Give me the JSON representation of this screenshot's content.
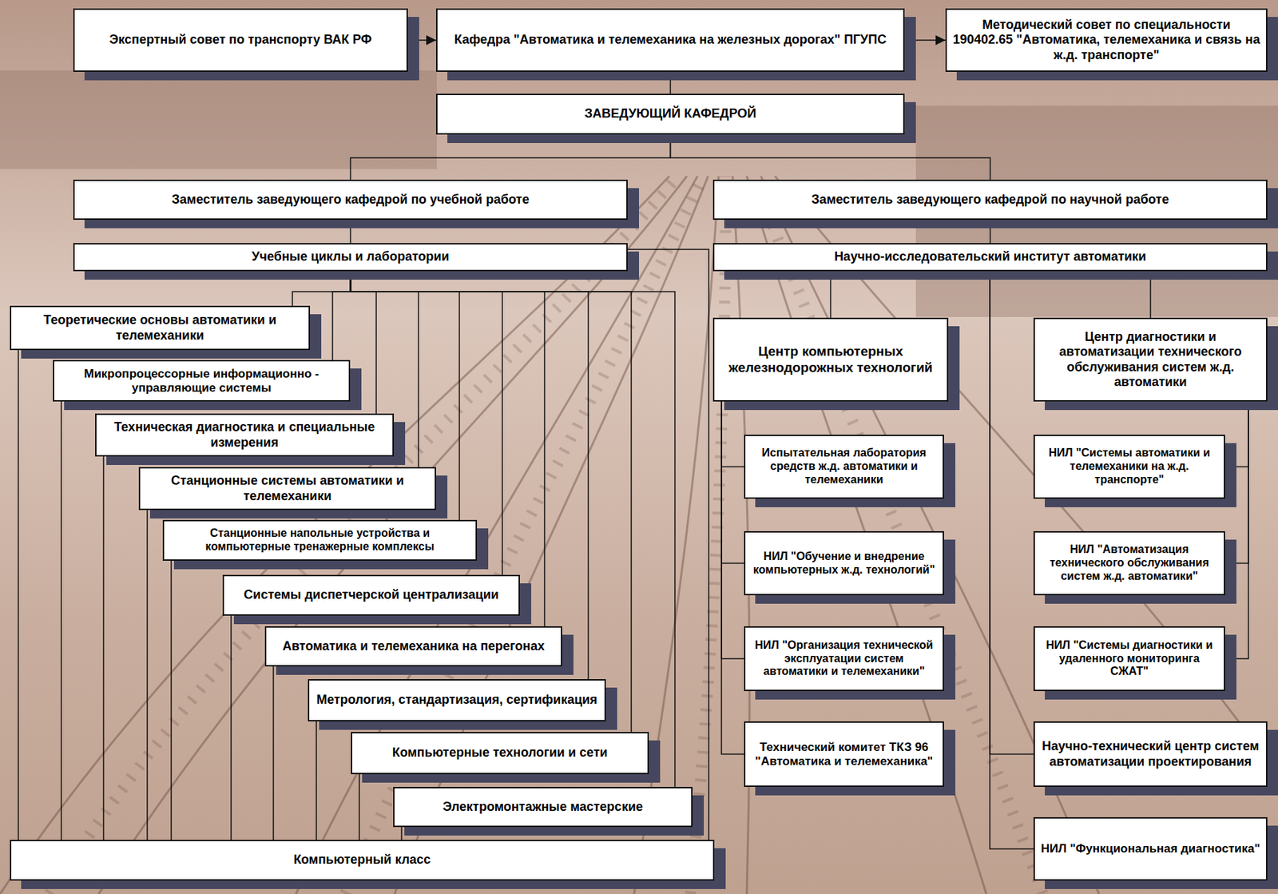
{
  "diagram": {
    "nodes": [
      {
        "text": [
          "Экспертный совет по транспорту ВАК РФ"
        ]
      },
      {
        "text": [
          "Кафедра \"Автоматика и телемеханика на железных дорогах\" ПГУПС"
        ]
      },
      {
        "text": [
          "Методический совет по специальности 190402.65 \"Автоматика, телемеханика и связь на ж.д. транспорте\""
        ]
      },
      {
        "text": [
          "ЗАВЕДУЮЩИЙ КАФЕДРОЙ"
        ]
      },
      {
        "text": [
          "Заместитель заведующего кафедрой по учебной работе"
        ]
      },
      {
        "text": [
          "Заместитель заведующего кафедрой по научной работе"
        ]
      },
      {
        "text": [
          "Учебные циклы и лаборатории"
        ]
      },
      {
        "text": [
          "Научно-исследовательский институт автоматики"
        ]
      },
      {
        "text": [
          "Теоретические основы автоматики и телемеханики"
        ]
      },
      {
        "text": [
          "Микропроцессорные информационно - управляющие системы"
        ]
      },
      {
        "text": [
          "Техническая диагностика и специальные измерения"
        ]
      },
      {
        "text": [
          "Станционные системы автоматики и телемеханики"
        ]
      },
      {
        "text": [
          "Станционные напольные устройства и компьютерные тренажерные комплексы"
        ]
      },
      {
        "text": [
          "Системы диспетчерской централизации"
        ]
      },
      {
        "text": [
          "Автоматика и телемеханика на перегонах"
        ]
      },
      {
        "text": [
          "Метрология, стандартизация, сертификация"
        ]
      },
      {
        "text": [
          "Компьютерные технологии и сети"
        ]
      },
      {
        "text": [
          "Электромонтажные мастерские"
        ]
      },
      {
        "text": [
          "Компьютерный класс"
        ]
      },
      {
        "text": [
          "Центр компьютерных железнодорожных технологий"
        ]
      },
      {
        "text": [
          "Центр диагностики и автоматизации технического обслуживания систем ж.д. автоматики"
        ]
      },
      {
        "text": [
          "Испытательная лаборатория средств ж.д. автоматики и телемеханики"
        ]
      },
      {
        "text": [
          "НИЛ \"Обучение и внедрение компьютерных ж.д. технологий\""
        ]
      },
      {
        "text": [
          "НИЛ \"Организация технической эксплуатации систем автоматики и телемеханики\""
        ]
      },
      {
        "text": [
          "Технический комитет ТКЗ 96 \"Автоматика и телемеханика\""
        ]
      },
      {
        "text": [
          "НИЛ \"Системы автоматики и телемеханики на ж.д. транспорте\""
        ]
      },
      {
        "text": [
          "НИЛ \"Автоматизация технического обслуживания систем ж.д. автоматики\""
        ]
      },
      {
        "text": [
          "НИЛ \"Системы диагностики и удаленного мониторинга СЖАТ\""
        ]
      },
      {
        "text": [
          "Научно-технический центр систем автоматизации проектирования"
        ]
      },
      {
        "text": [
          "НИЛ \"Функциональная диагностика\""
        ]
      }
    ],
    "edges": [
      {
        "from": 0,
        "to": 1,
        "arrow": "to"
      },
      {
        "from": 1,
        "to": 2,
        "arrow": "to"
      },
      {
        "from": 1,
        "to": 3,
        "arrow": "none"
      },
      {
        "from": 3,
        "to": 4,
        "arrow": "none"
      },
      {
        "from": 3,
        "to": 5,
        "arrow": "none"
      },
      {
        "from": 4,
        "to": 6,
        "arrow": "none"
      },
      {
        "from": 5,
        "to": 7,
        "arrow": "none"
      },
      {
        "from": 6,
        "to": 8,
        "arrow": "none"
      },
      {
        "from": 6,
        "to": 9,
        "arrow": "none"
      },
      {
        "from": 6,
        "to": 10,
        "arrow": "none"
      },
      {
        "from": 6,
        "to": 11,
        "arrow": "none"
      },
      {
        "from": 6,
        "to": 12,
        "arrow": "none"
      },
      {
        "from": 6,
        "to": 13,
        "arrow": "none"
      },
      {
        "from": 6,
        "to": 14,
        "arrow": "none"
      },
      {
        "from": 6,
        "to": 15,
        "arrow": "none"
      },
      {
        "from": 6,
        "to": 16,
        "arrow": "none"
      },
      {
        "from": 6,
        "to": 17,
        "arrow": "none"
      },
      {
        "from": 6,
        "to": 18,
        "arrow": "none"
      },
      {
        "from": 8,
        "to": 18,
        "arrow": "none"
      },
      {
        "from": 9,
        "to": 18,
        "arrow": "none"
      },
      {
        "from": 10,
        "to": 18,
        "arrow": "none"
      },
      {
        "from": 11,
        "to": 18,
        "arrow": "none"
      },
      {
        "from": 12,
        "to": 18,
        "arrow": "none"
      },
      {
        "from": 13,
        "to": 18,
        "arrow": "none"
      },
      {
        "from": 14,
        "to": 18,
        "arrow": "none"
      },
      {
        "from": 15,
        "to": 18,
        "arrow": "none"
      },
      {
        "from": 16,
        "to": 18,
        "arrow": "none"
      },
      {
        "from": 17,
        "to": 18,
        "arrow": "none"
      },
      {
        "from": 7,
        "to": 19,
        "arrow": "none"
      },
      {
        "from": 7,
        "to": 20,
        "arrow": "none"
      },
      {
        "from": 7,
        "to": 28,
        "arrow": "none"
      },
      {
        "from": 7,
        "to": 29,
        "arrow": "none"
      },
      {
        "from": 19,
        "to": 21,
        "arrow": "none"
      },
      {
        "from": 19,
        "to": 22,
        "arrow": "none"
      },
      {
        "from": 19,
        "to": 23,
        "arrow": "none"
      },
      {
        "from": 19,
        "to": 24,
        "arrow": "none"
      },
      {
        "from": 20,
        "to": 25,
        "arrow": "none"
      },
      {
        "from": 20,
        "to": 26,
        "arrow": "none"
      },
      {
        "from": 20,
        "to": 27,
        "arrow": "none"
      }
    ]
  }
}
